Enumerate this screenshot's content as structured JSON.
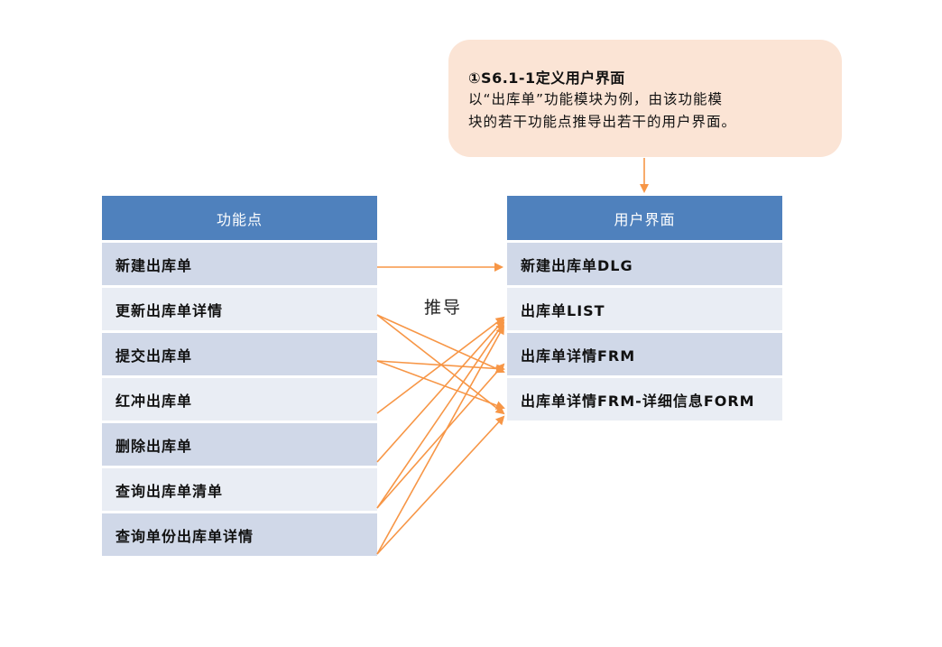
{
  "note": {
    "title": "①S6.1-1定义用户界面",
    "line1": "以“出库单”功能模块为例，由该功能模",
    "line2": "块的若干功能点推导出若干的用户界面。"
  },
  "left_table": {
    "header": "功能点",
    "rows": [
      "新建出库单",
      "更新出库单详情",
      "提交出库单",
      "红冲出库单",
      "删除出库单",
      "查询出库单清单",
      "查询单份出库单详情"
    ]
  },
  "right_table": {
    "header": "用户界面",
    "rows": [
      "新建出库单DLG",
      "出库单LIST",
      "出库单详情FRM",
      "出库单详情FRM-详细信息FORM"
    ]
  },
  "middle_label": "推导",
  "colors": {
    "header": "#4f81bd",
    "row_odd": "#d0d8e8",
    "row_even": "#e9edf4",
    "note_bg": "#fbe4d5",
    "arrow": "#f79646"
  }
}
